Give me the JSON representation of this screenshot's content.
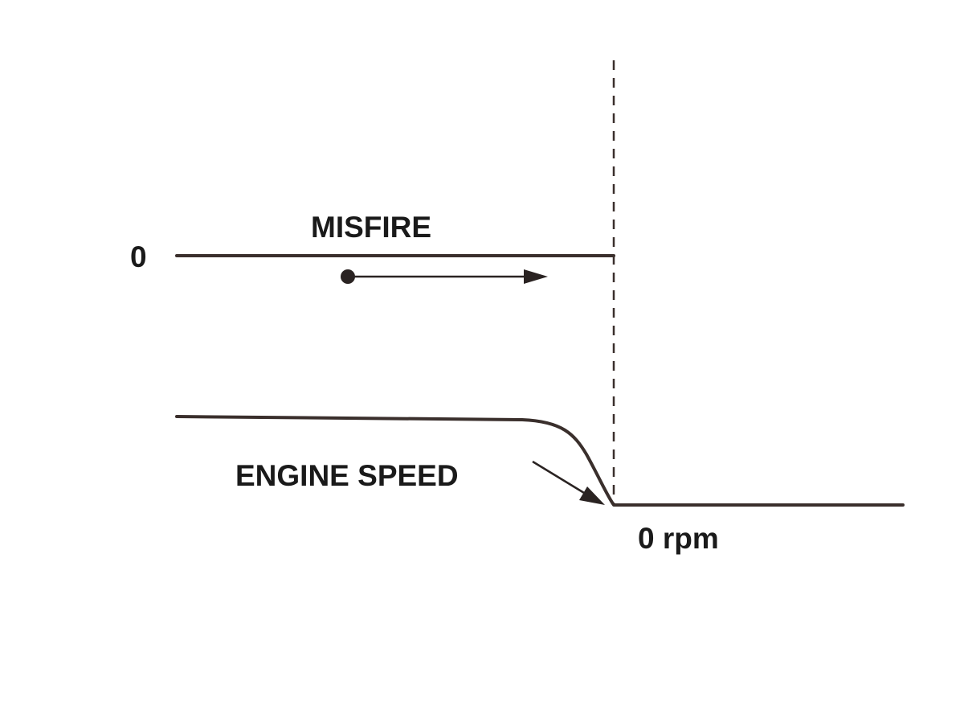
{
  "labels": {
    "zero_level": "0",
    "misfire": "MISFIRE",
    "engine_speed": "ENGINE SPEED",
    "zero_rpm": "0 rpm"
  },
  "colors": {
    "line": "#3a2f2c",
    "text": "#1a1a1a",
    "background": "#ffffff"
  }
}
